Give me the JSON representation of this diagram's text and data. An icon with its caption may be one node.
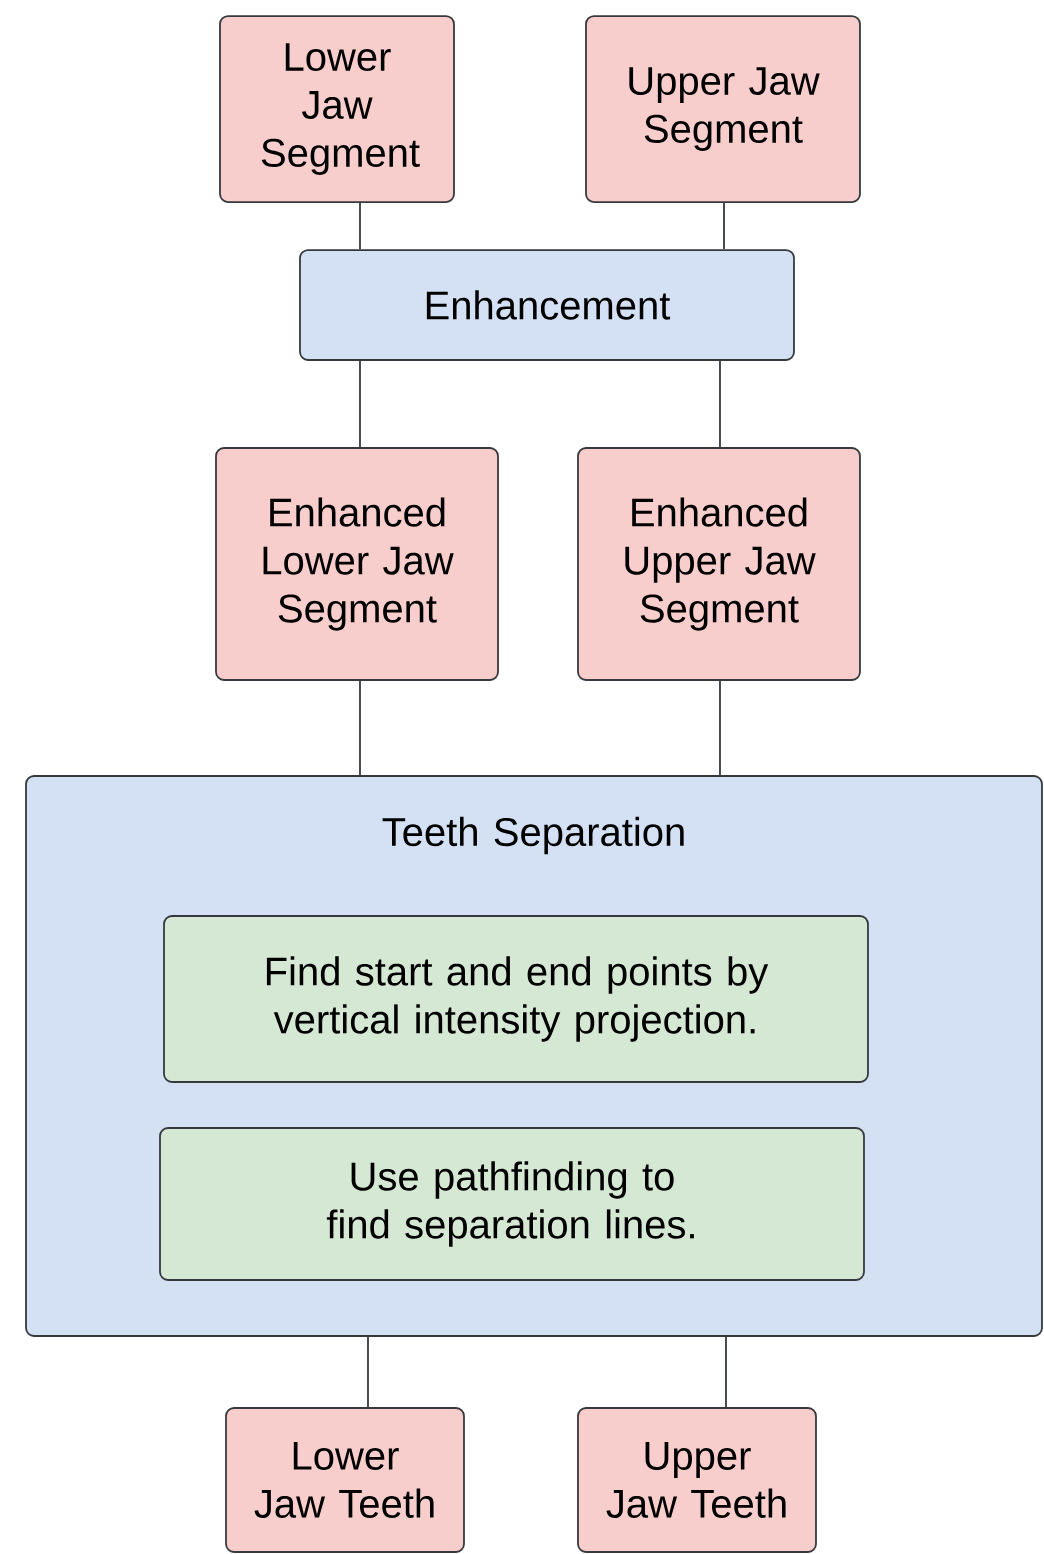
{
  "diagram": {
    "nodes": [
      {
        "text": [
          "Lower Jaw Segment"
        ]
      },
      {
        "text": [
          "Upper Jaw Segment"
        ]
      },
      {
        "text": [
          "Enhancement"
        ]
      },
      {
        "text": [
          "Enhanced Lower Jaw Segment"
        ]
      },
      {
        "text": [
          "Enhanced Upper Jaw Segment"
        ]
      },
      {
        "text": [
          "Teeth Separation"
        ]
      },
      {
        "text": [
          "Find start and end points by vertical intensity projection."
        ],
        "in": 5
      },
      {
        "text": [
          "Use pathfinding to find separation lines."
        ],
        "in": 5
      },
      {
        "text": [
          "Lower Jaw Teeth"
        ]
      },
      {
        "text": [
          "Upper Jaw Teeth"
        ]
      }
    ],
    "edges": [
      {
        "from": 0,
        "to": 2,
        "arrow": "none"
      },
      {
        "from": 1,
        "to": 2,
        "arrow": "none"
      },
      {
        "from": 2,
        "to": 3,
        "arrow": "none"
      },
      {
        "from": 2,
        "to": 4,
        "arrow": "none"
      },
      {
        "from": 3,
        "to": 5,
        "arrow": "none"
      },
      {
        "from": 4,
        "to": 5,
        "arrow": "none"
      },
      {
        "from": 5,
        "to": 8,
        "arrow": "none"
      },
      {
        "from": 5,
        "to": 9,
        "arrow": "none"
      }
    ]
  }
}
